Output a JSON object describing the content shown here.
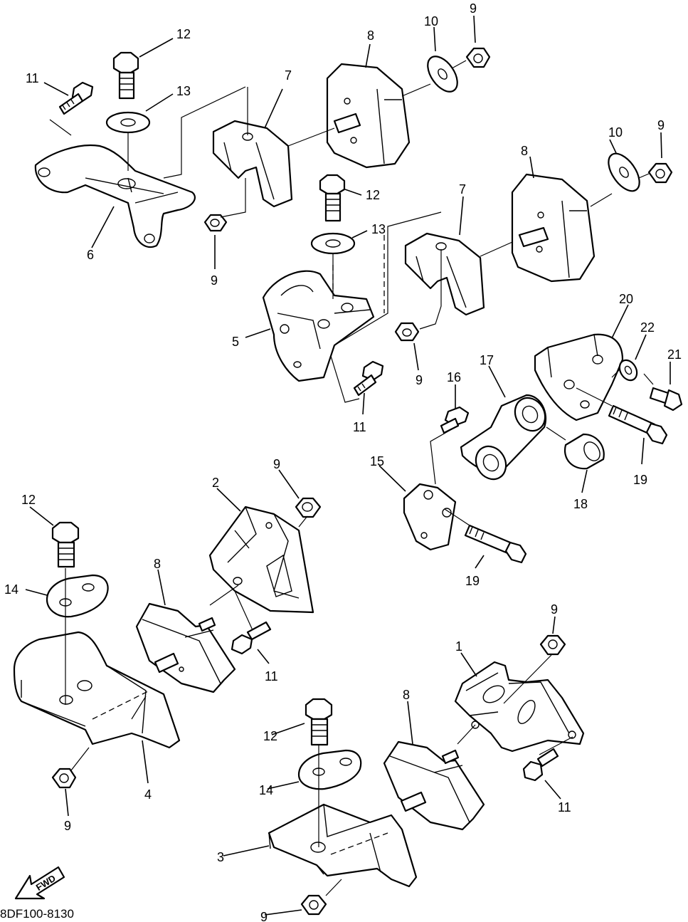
{
  "diagram_code": "8DF100-8130",
  "fwd_label": "FWD",
  "callouts": [
    {
      "id": "c1",
      "text": "11"
    },
    {
      "id": "c2",
      "text": "12"
    },
    {
      "id": "c3",
      "text": "13"
    },
    {
      "id": "c4",
      "text": "7"
    },
    {
      "id": "c5",
      "text": "8"
    },
    {
      "id": "c6",
      "text": "10"
    },
    {
      "id": "c7",
      "text": "9"
    },
    {
      "id": "c8",
      "text": "6"
    },
    {
      "id": "c9",
      "text": "9"
    },
    {
      "id": "c10",
      "text": "10"
    },
    {
      "id": "c11",
      "text": "9"
    },
    {
      "id": "c12",
      "text": "8"
    },
    {
      "id": "c13",
      "text": "12"
    },
    {
      "id": "c14",
      "text": "7"
    },
    {
      "id": "c15",
      "text": "13"
    },
    {
      "id": "c16",
      "text": "5"
    },
    {
      "id": "c17",
      "text": "9"
    },
    {
      "id": "c18",
      "text": "11"
    },
    {
      "id": "c19",
      "text": "20"
    },
    {
      "id": "c20",
      "text": "22"
    },
    {
      "id": "c21",
      "text": "21"
    },
    {
      "id": "c22",
      "text": "17"
    },
    {
      "id": "c23",
      "text": "16"
    },
    {
      "id": "c24",
      "text": "19"
    },
    {
      "id": "c25",
      "text": "15"
    },
    {
      "id": "c26",
      "text": "18"
    },
    {
      "id": "c27",
      "text": "19"
    },
    {
      "id": "c28",
      "text": "9"
    },
    {
      "id": "c29",
      "text": "2"
    },
    {
      "id": "c30",
      "text": "12"
    },
    {
      "id": "c31",
      "text": "8"
    },
    {
      "id": "c32",
      "text": "14"
    },
    {
      "id": "c33",
      "text": "11"
    },
    {
      "id": "c34",
      "text": "4"
    },
    {
      "id": "c35",
      "text": "9"
    },
    {
      "id": "c36",
      "text": "9"
    },
    {
      "id": "c37",
      "text": "1"
    },
    {
      "id": "c38",
      "text": "8"
    },
    {
      "id": "c39",
      "text": "12"
    },
    {
      "id": "c40",
      "text": "14"
    },
    {
      "id": "c41",
      "text": "11"
    },
    {
      "id": "c42",
      "text": "3"
    },
    {
      "id": "c43",
      "text": "9"
    }
  ]
}
